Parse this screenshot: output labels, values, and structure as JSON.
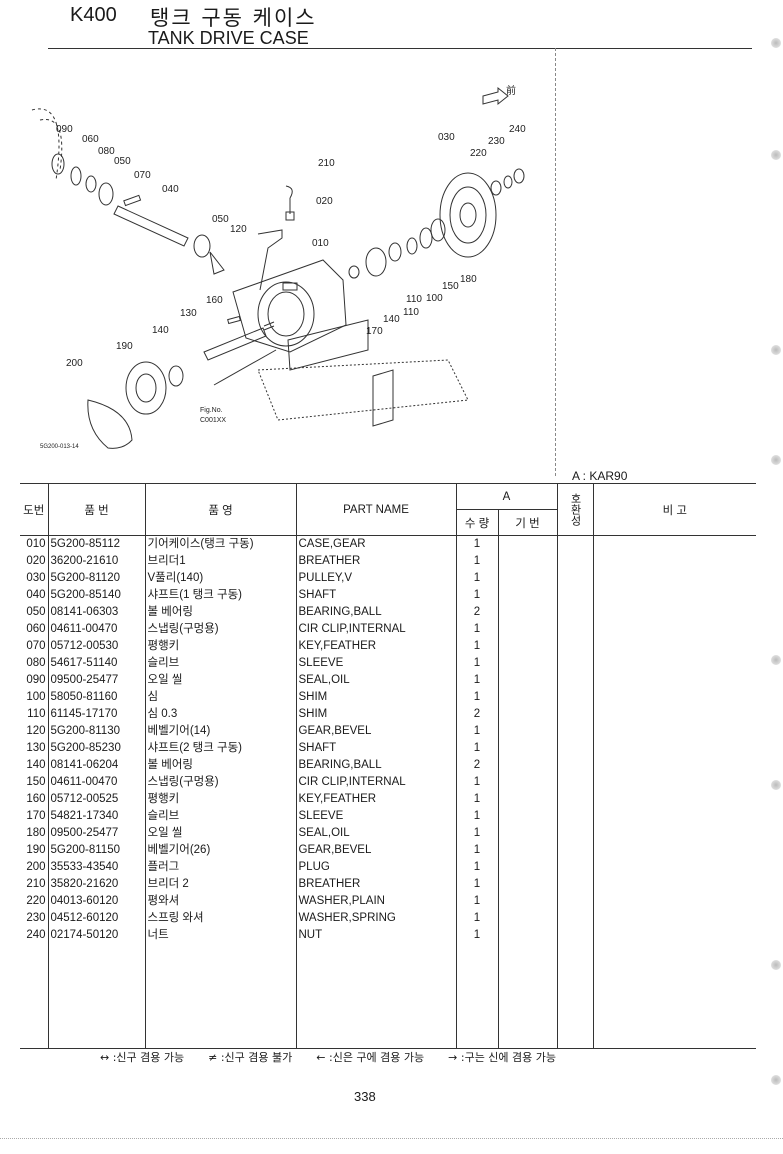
{
  "header": {
    "code": "K400",
    "title_ko": "탱크 구동 케이스",
    "title_en": "TANK DRIVE CASE"
  },
  "diagram": {
    "callouts": [
      "090",
      "060",
      "080",
      "050",
      "070",
      "040",
      "210",
      "020",
      "050",
      "120",
      "010",
      "030",
      "220",
      "230",
      "240",
      "160",
      "130",
      "140",
      "190",
      "200",
      "170",
      "140",
      "110",
      "110",
      "100",
      "150",
      "180"
    ],
    "front_mark": "前",
    "fig_label": "Fig.No.",
    "fig_no": "C001XX",
    "drawing_id": "5G200-013-14"
  },
  "table": {
    "variant_note": "A : KAR90",
    "headers": {
      "no": "도번",
      "part_no": "품 번",
      "name_ko": "품 영",
      "part_name": "PART NAME",
      "group_a": "A",
      "qty": "수 량",
      "base": "기 번",
      "compat": "호환성",
      "remarks": "비 고"
    },
    "rows": [
      {
        "no": "010",
        "part_no": "5G200-85112",
        "name_ko": "기어케이스(탱크 구동)",
        "name_en": "CASE,GEAR",
        "qty": "1"
      },
      {
        "no": "020",
        "part_no": "36200-21610",
        "name_ko": "브리더1",
        "name_en": "BREATHER",
        "qty": "1"
      },
      {
        "no": "030",
        "part_no": "5G200-81120",
        "name_ko": "V풀리(140)",
        "name_en": "PULLEY,V",
        "qty": "1"
      },
      {
        "no": "040",
        "part_no": "5G200-85140",
        "name_ko": "샤프트(1 탱크 구동)",
        "name_en": "SHAFT",
        "qty": "1"
      },
      {
        "no": "050",
        "part_no": "08141-06303",
        "name_ko": "볼 베어링",
        "name_en": "BEARING,BALL",
        "qty": "2"
      },
      {
        "no": "060",
        "part_no": "04611-00470",
        "name_ko": "스냅링(구멍용)",
        "name_en": "CIR CLIP,INTERNAL",
        "qty": "1"
      },
      {
        "no": "070",
        "part_no": "05712-00530",
        "name_ko": "평행키",
        "name_en": "KEY,FEATHER",
        "qty": "1"
      },
      {
        "no": "080",
        "part_no": "54617-51140",
        "name_ko": "슬리브",
        "name_en": "SLEEVE",
        "qty": "1"
      },
      {
        "no": "090",
        "part_no": "09500-25477",
        "name_ko": "오일 씰",
        "name_en": "SEAL,OIL",
        "qty": "1"
      },
      {
        "no": "100",
        "part_no": "58050-81160",
        "name_ko": "심",
        "name_en": "SHIM",
        "qty": "1"
      },
      {
        "no": "110",
        "part_no": "61145-17170",
        "name_ko": "심 0.3",
        "name_en": "SHIM",
        "qty": "2"
      },
      {
        "no": "120",
        "part_no": "5G200-81130",
        "name_ko": "베벨기어(14)",
        "name_en": "GEAR,BEVEL",
        "qty": "1"
      },
      {
        "no": "130",
        "part_no": "5G200-85230",
        "name_ko": "샤프트(2 탱크 구동)",
        "name_en": "SHAFT",
        "qty": "1"
      },
      {
        "no": "140",
        "part_no": "08141-06204",
        "name_ko": "볼 베어링",
        "name_en": "BEARING,BALL",
        "qty": "2"
      },
      {
        "no": "150",
        "part_no": "04611-00470",
        "name_ko": "스냅링(구멍용)",
        "name_en": "CIR CLIP,INTERNAL",
        "qty": "1"
      },
      {
        "no": "160",
        "part_no": "05712-00525",
        "name_ko": "평행키",
        "name_en": "KEY,FEATHER",
        "qty": "1"
      },
      {
        "no": "170",
        "part_no": "54821-17340",
        "name_ko": "슬리브",
        "name_en": "SLEEVE",
        "qty": "1"
      },
      {
        "no": "180",
        "part_no": "09500-25477",
        "name_ko": "오일 씰",
        "name_en": "SEAL,OIL",
        "qty": "1"
      },
      {
        "no": "190",
        "part_no": "5G200-81150",
        "name_ko": "베벨기어(26)",
        "name_en": "GEAR,BEVEL",
        "qty": "1"
      },
      {
        "no": "200",
        "part_no": "35533-43540",
        "name_ko": "플러그",
        "name_en": "PLUG",
        "qty": "1"
      },
      {
        "no": "210",
        "part_no": "35820-21620",
        "name_ko": "브리더 2",
        "name_en": "BREATHER",
        "qty": "1"
      },
      {
        "no": "220",
        "part_no": "04013-60120",
        "name_ko": "평와셔",
        "name_en": "WASHER,PLAIN",
        "qty": "1"
      },
      {
        "no": "230",
        "part_no": "04512-60120",
        "name_ko": "스프링 와셔",
        "name_en": "WASHER,SPRING",
        "qty": "1"
      },
      {
        "no": "240",
        "part_no": "02174-50120",
        "name_ko": "너트",
        "name_en": "NUT",
        "qty": "1"
      }
    ]
  },
  "legend": [
    "↔ :신구 겸용 가능",
    "≠ :신구 겸용 불가",
    "← :신은 구에 겸용 가능",
    "→ :구는 신에 겸용 가능"
  ],
  "page_number": "338"
}
